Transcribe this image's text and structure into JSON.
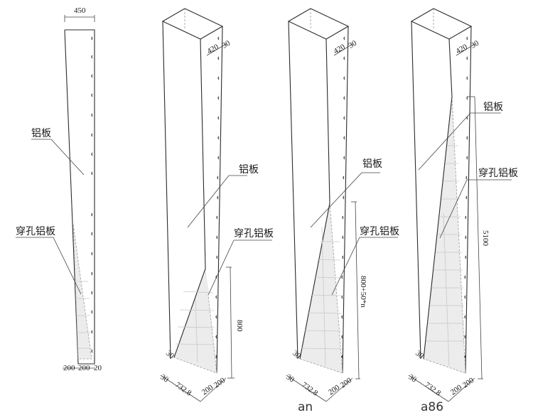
{
  "diagram": {
    "type": "architectural elevation / isometric column cladding",
    "colors": {
      "line": "#2b2b2b",
      "perforated_fill": "#ececec",
      "grid": "#c8c8c8"
    },
    "panel1": {
      "top_width": "450",
      "label_aluminum": "铝板",
      "label_perforated": "穿孔铝板",
      "bottom_dims": [
        "200",
        "200",
        "20"
      ]
    },
    "panel2": {
      "top_dims": [
        "420",
        "30"
      ],
      "label_aluminum": "铝板",
      "label_perforated": "穿孔铝板",
      "corner_dim": "30",
      "bottom_dims": [
        "30",
        "732.8",
        "200",
        "200"
      ],
      "height_dim": "800"
    },
    "panel3": {
      "top_dims": [
        "420",
        "30"
      ],
      "label_aluminum": "铝板",
      "label_perforated": "穿孔铝板",
      "corner_dim": "30",
      "bottom_dims": [
        "30",
        "732.8",
        "200",
        "200"
      ],
      "height_dim": "800+50*n",
      "caption": "an"
    },
    "panel4": {
      "top_dims": [
        "420",
        "30"
      ],
      "label_aluminum": "铝板",
      "label_perforated": "穿孔铝板",
      "corner_dim": "30",
      "bottom_dims": [
        "30",
        "732.8",
        "200",
        "200"
      ],
      "height_dim": "5100",
      "caption": "a86"
    }
  }
}
